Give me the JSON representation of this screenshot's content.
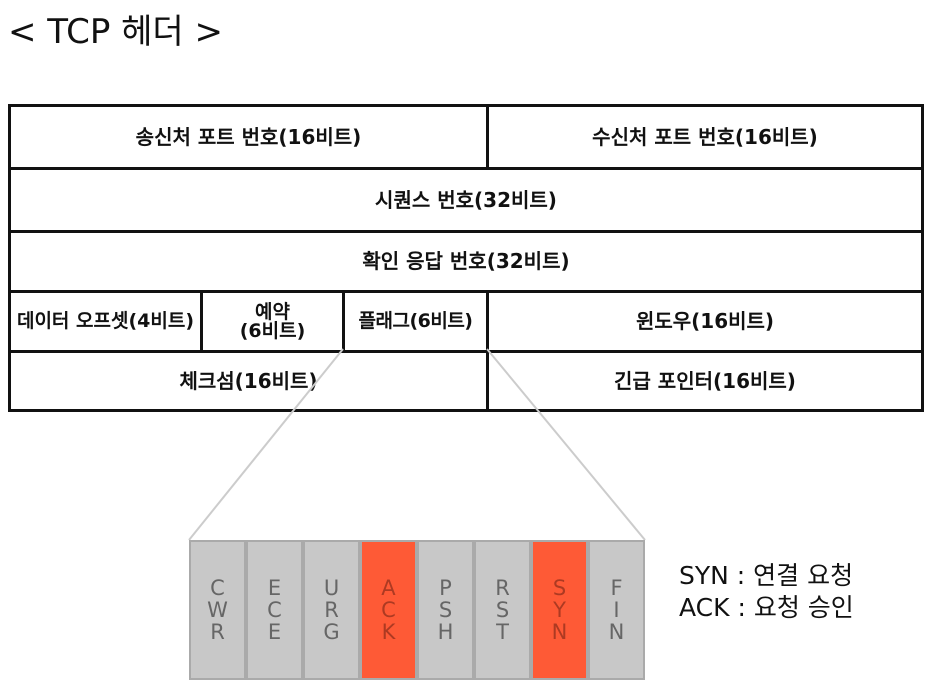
{
  "title": "< TCP 헤더 >",
  "header_fields": {
    "source_port": "송신처 포트 번호(16비트)",
    "destination_port": "수신처 포트 번호(16비트)",
    "sequence_number": "시퀀스 번호(32비트)",
    "ack_number": "확인 응답 번호(32비트)",
    "data_offset": "데이터 오프셋(4비트)",
    "reserved": "예약\n(6비트)",
    "flags": "플래그(6비트)",
    "window": "윈도우(16비트)",
    "checksum": "체크섬(16비트)",
    "urgent_pointer": "긴급 포인터(16비트)"
  },
  "flag_bits": [
    {
      "name": "CWR",
      "highlighted": false
    },
    {
      "name": "ECE",
      "highlighted": false
    },
    {
      "name": "URG",
      "highlighted": false
    },
    {
      "name": "ACK",
      "highlighted": true
    },
    {
      "name": "PSH",
      "highlighted": false
    },
    {
      "name": "RST",
      "highlighted": false
    },
    {
      "name": "SYN",
      "highlighted": true
    },
    {
      "name": "FIN",
      "highlighted": false
    }
  ],
  "legend": {
    "syn": "SYN : 연결 요청",
    "ack": "ACK : 요청 승인"
  },
  "colors": {
    "highlight": "#fe5a36",
    "flag_bg": "#c8c8c8",
    "highlight_text": "#ad3a22",
    "flag_text": "#666666",
    "connector": "#cccccc"
  }
}
